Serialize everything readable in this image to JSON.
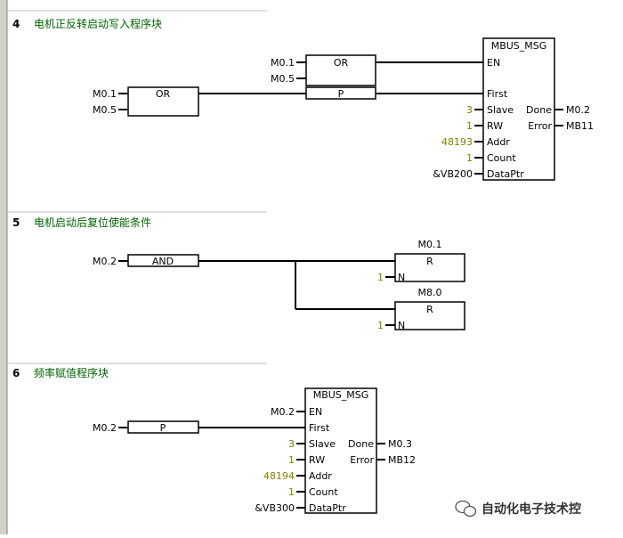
{
  "networks": [
    {
      "number": "4",
      "title": "电机正反转启动写入程序块",
      "or1": {
        "label": "OR",
        "in1": "M0.1",
        "in2": "M0.5"
      },
      "or2": {
        "label": "OR",
        "in1": "M0.1",
        "in2": "M0.5"
      },
      "p_label": "P",
      "block": {
        "name": "MBUS_MSG",
        "en": "EN",
        "first": "First",
        "slave": "Slave",
        "slave_val": "3",
        "rw": "RW",
        "rw_val": "1",
        "addr": "Addr",
        "addr_val": "48193",
        "count": "Count",
        "count_val": "1",
        "dataptr": "DataPtr",
        "dataptr_val": "&VB200",
        "done": "Done",
        "done_val": "M0.2",
        "error": "Error",
        "error_val": "MB11"
      }
    },
    {
      "number": "5",
      "title": "电机启动后复位使能条件",
      "input": "M0.2",
      "and_label": "AND",
      "r1": {
        "addr": "M0.1",
        "label": "R",
        "n": "N",
        "n_val": "1"
      },
      "r2": {
        "addr": "M8.0",
        "label": "R",
        "n": "N",
        "n_val": "1"
      }
    },
    {
      "number": "6",
      "title": "频率赋值程序块",
      "input": "M0.2",
      "p_label": "P",
      "block": {
        "name": "MBUS_MSG",
        "en": "EN",
        "en_val": "M0.2",
        "first": "First",
        "slave": "Slave",
        "slave_val": "3",
        "rw": "RW",
        "rw_val": "1",
        "addr": "Addr",
        "addr_val": "48194",
        "count": "Count",
        "count_val": "1",
        "dataptr": "DataPtr",
        "dataptr_val": "&VB300",
        "done": "Done",
        "done_val": "M0.3",
        "error": "Error",
        "error_val": "MB12"
      }
    }
  ],
  "watermark": "自动化电子技术控",
  "colors": {
    "title": "#006400",
    "value": "#808000",
    "separator": "#c0c0c0"
  }
}
